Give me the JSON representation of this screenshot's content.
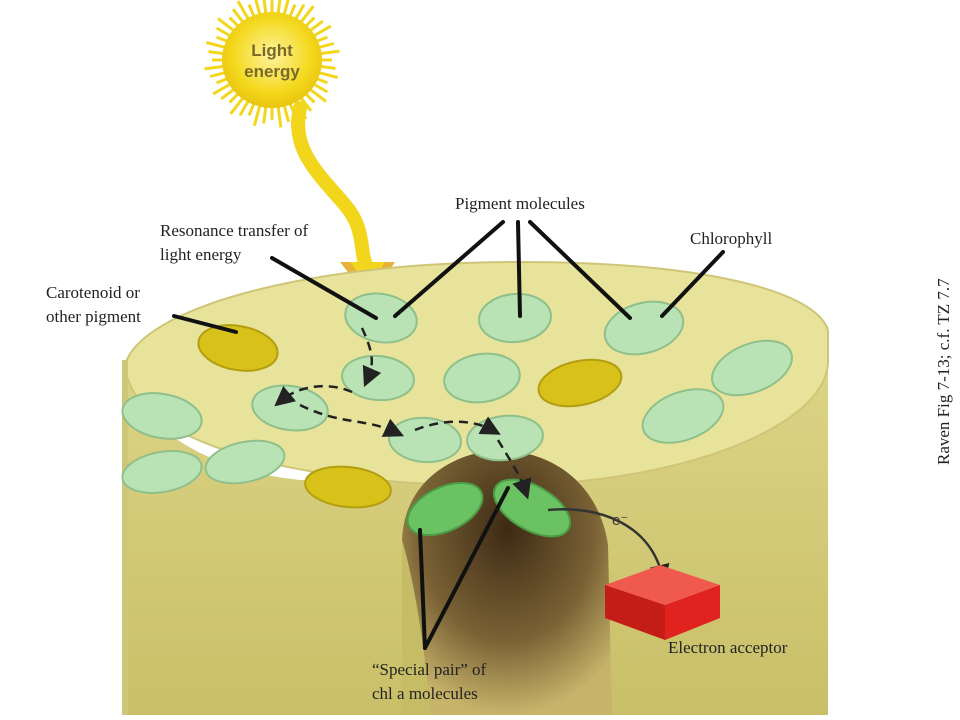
{
  "diagram": {
    "sun_text": [
      "Light",
      "energy"
    ],
    "electron_symbol": "e⁻",
    "labels": {
      "pigment_molecules": "Pigment molecules",
      "resonance": [
        "Resonance transfer of",
        "light energy"
      ],
      "chlorophyll": "Chlorophyll",
      "carotenoid": [
        "Carotenoid or",
        "other pigment"
      ],
      "electron_acceptor": "Electron acceptor",
      "special_pair": [
        "“Special pair” of",
        "chl a molecules"
      ]
    },
    "source_note": "Raven Fig 7-13; c.f. TZ 7.7"
  },
  "colors": {
    "sun": "#f2d61c",
    "disc_top": "#e8e39a",
    "disc_side": "#d9d07c",
    "pigment_green": "#b9e3b4",
    "carotenoid_yellow": "#d8c21a",
    "special_pair_green": "#6ac263",
    "electron_acceptor": "#e0231e"
  }
}
